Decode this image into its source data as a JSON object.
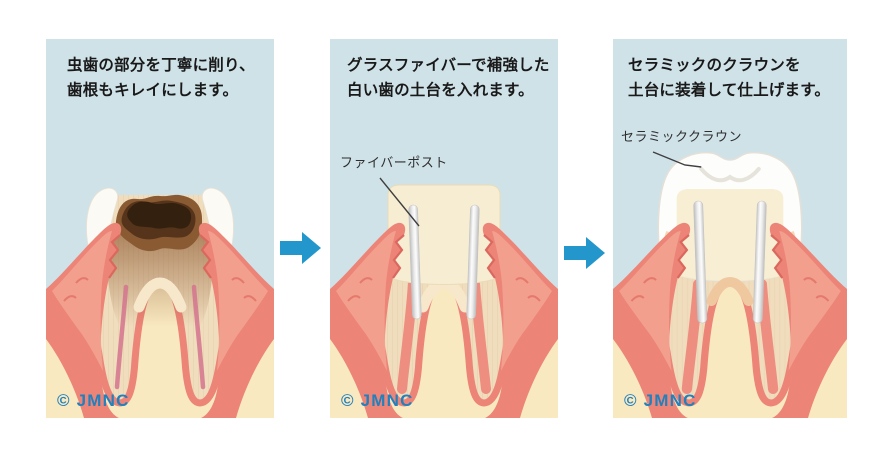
{
  "title": "dental-crown-procedure-steps",
  "colors": {
    "panel_background": "#cfe2e8",
    "arrow_blue": "#2397cb",
    "credit_blue": "#2280bd",
    "gum_pink": "#ec8478",
    "bone_cream": "#f9e9c1",
    "dentin": "#f0ddbd",
    "decay_brown": "#33200e",
    "fiber_post_gray": "#d9d9d9",
    "crown_white": "#fdfdfb"
  },
  "panels": [
    {
      "step": 1,
      "heading": {
        "line1": "虫歯の部分を丁寧に削り、",
        "line2": "歯根もキレイにします。"
      },
      "credit": "© JMNC"
    },
    {
      "step": 2,
      "heading": {
        "line1": "グラスファイバーで補強した",
        "line2": "白い歯の土台を入れます。"
      },
      "callout": "ファイバーポスト",
      "credit": "© JMNC"
    },
    {
      "step": 3,
      "heading": {
        "line1": "セラミックのクラウンを",
        "line2": "土台に装着して仕上げます。"
      },
      "callout": "セラミッククラウン",
      "credit": "© JMNC"
    }
  ]
}
